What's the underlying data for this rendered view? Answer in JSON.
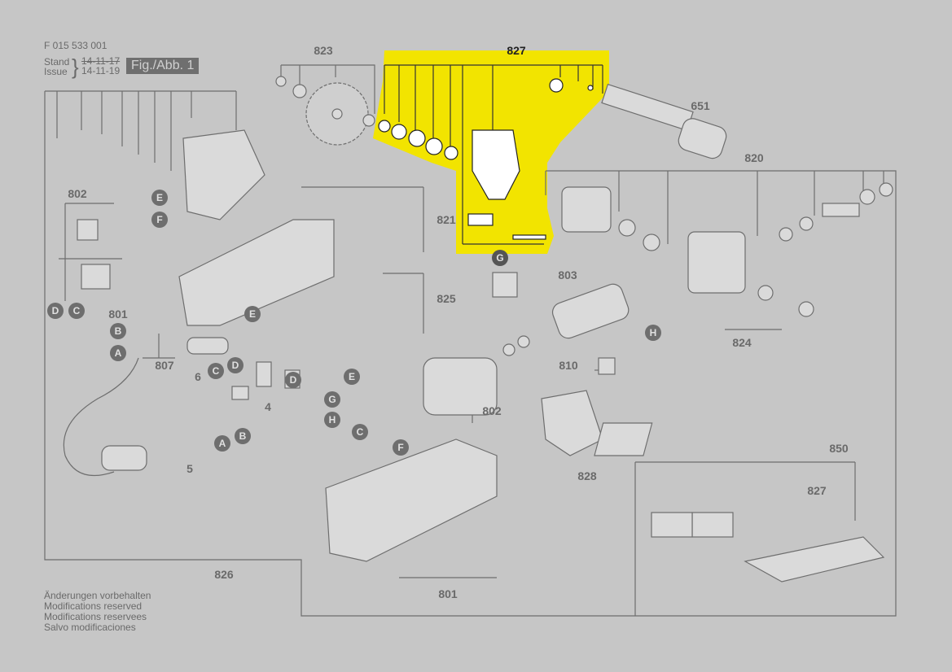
{
  "header": {
    "doc_number": "F 015 533 001",
    "stand_label": "Stand",
    "issue_label": "Issue",
    "old_date": "14-11-17",
    "new_date": "14-11-19",
    "figure": "Fig./Abb. 1"
  },
  "notes": [
    "Änderungen vorbehalten",
    "Modifications reserved",
    "Modifications reservees",
    "Salvo modificaciones"
  ],
  "part_numbers": [
    "823",
    "827",
    "651",
    "820",
    "802",
    "821",
    "825",
    "803",
    "801",
    "807",
    "6",
    "4",
    "5",
    "824",
    "810",
    "802",
    "828",
    "850",
    "827",
    "826",
    "801"
  ],
  "connector_letters": [
    "E",
    "F",
    "D",
    "C",
    "B",
    "A",
    "G",
    "H",
    "E",
    "D",
    "C",
    "D",
    "B",
    "A",
    "E",
    "G",
    "H",
    "C",
    "F"
  ],
  "colors": {
    "background": "#c6c6c6",
    "line": "#6e6e6e",
    "highlight": "#f2e400"
  },
  "highlighted_part": "827"
}
